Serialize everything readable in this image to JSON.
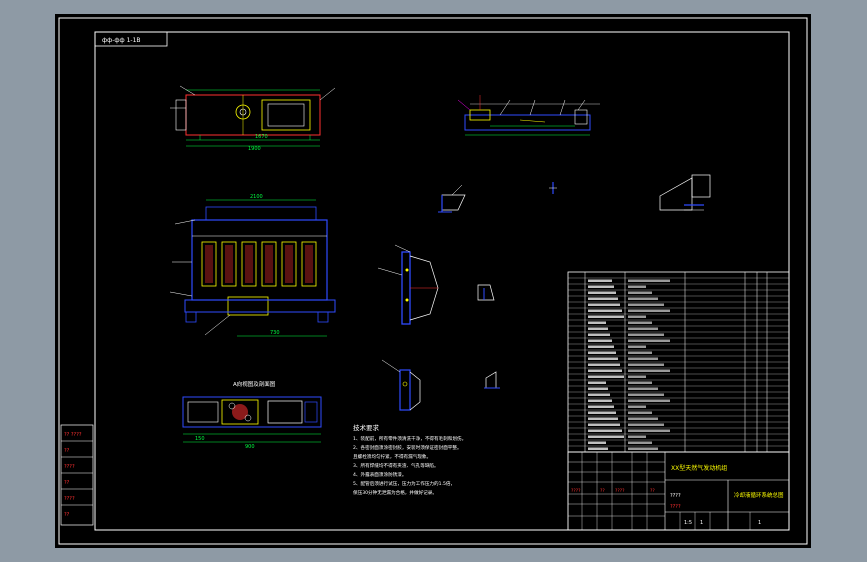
{
  "drawing": {
    "corner_tag": "фф-фф 1-1В",
    "tech_title": "技术要求",
    "tech_notes": [
      "1、装配前，所有零件须清洗干净，不得有毛刺和划伤。",
      "2、各密封面须涂密封胶，安装时须保证密封面平整。",
      "   且螺栓须均匀拧紧，不得有漏气现象。",
      "3、所有焊缝均不得有夹渣、气孔等缺陷。",
      "4、外露表面须涂防锈漆。",
      "5、配管后须进行试压，压力为工作压力的1.5倍，",
      "   保压30分钟无泄漏为合格，并做好记录。"
    ],
    "section_label": "A向视图及剖面图",
    "dim_labels": {
      "top_width": "1670",
      "top_overall": "1900",
      "front_width": "2100",
      "front_right": "730",
      "bottom_width": "900",
      "bottom_left": "150"
    },
    "title_block": {
      "name": "XX型天然气发动机组",
      "drawing_name": "冷却液循环系统总图",
      "scale": "1:5",
      "sheet": "1",
      "qty": "1",
      "mark_a": "????",
      "mark_b": "????"
    },
    "revision_cells": [
      "????",
      "??",
      "????",
      "??"
    ],
    "side_strip": [
      "?? ????",
      "??",
      "????",
      "??",
      "????",
      "??"
    ]
  },
  "colors": {
    "frame_bg": "#000000",
    "gray_bg": "#8e9aa5",
    "white": "#ffffff",
    "blue": "#2f4bff",
    "red": "#ff3030",
    "yellow": "#ffff00",
    "green": "#00ff40",
    "cyan": "#00ffff",
    "magenta": "#ff00ff"
  }
}
